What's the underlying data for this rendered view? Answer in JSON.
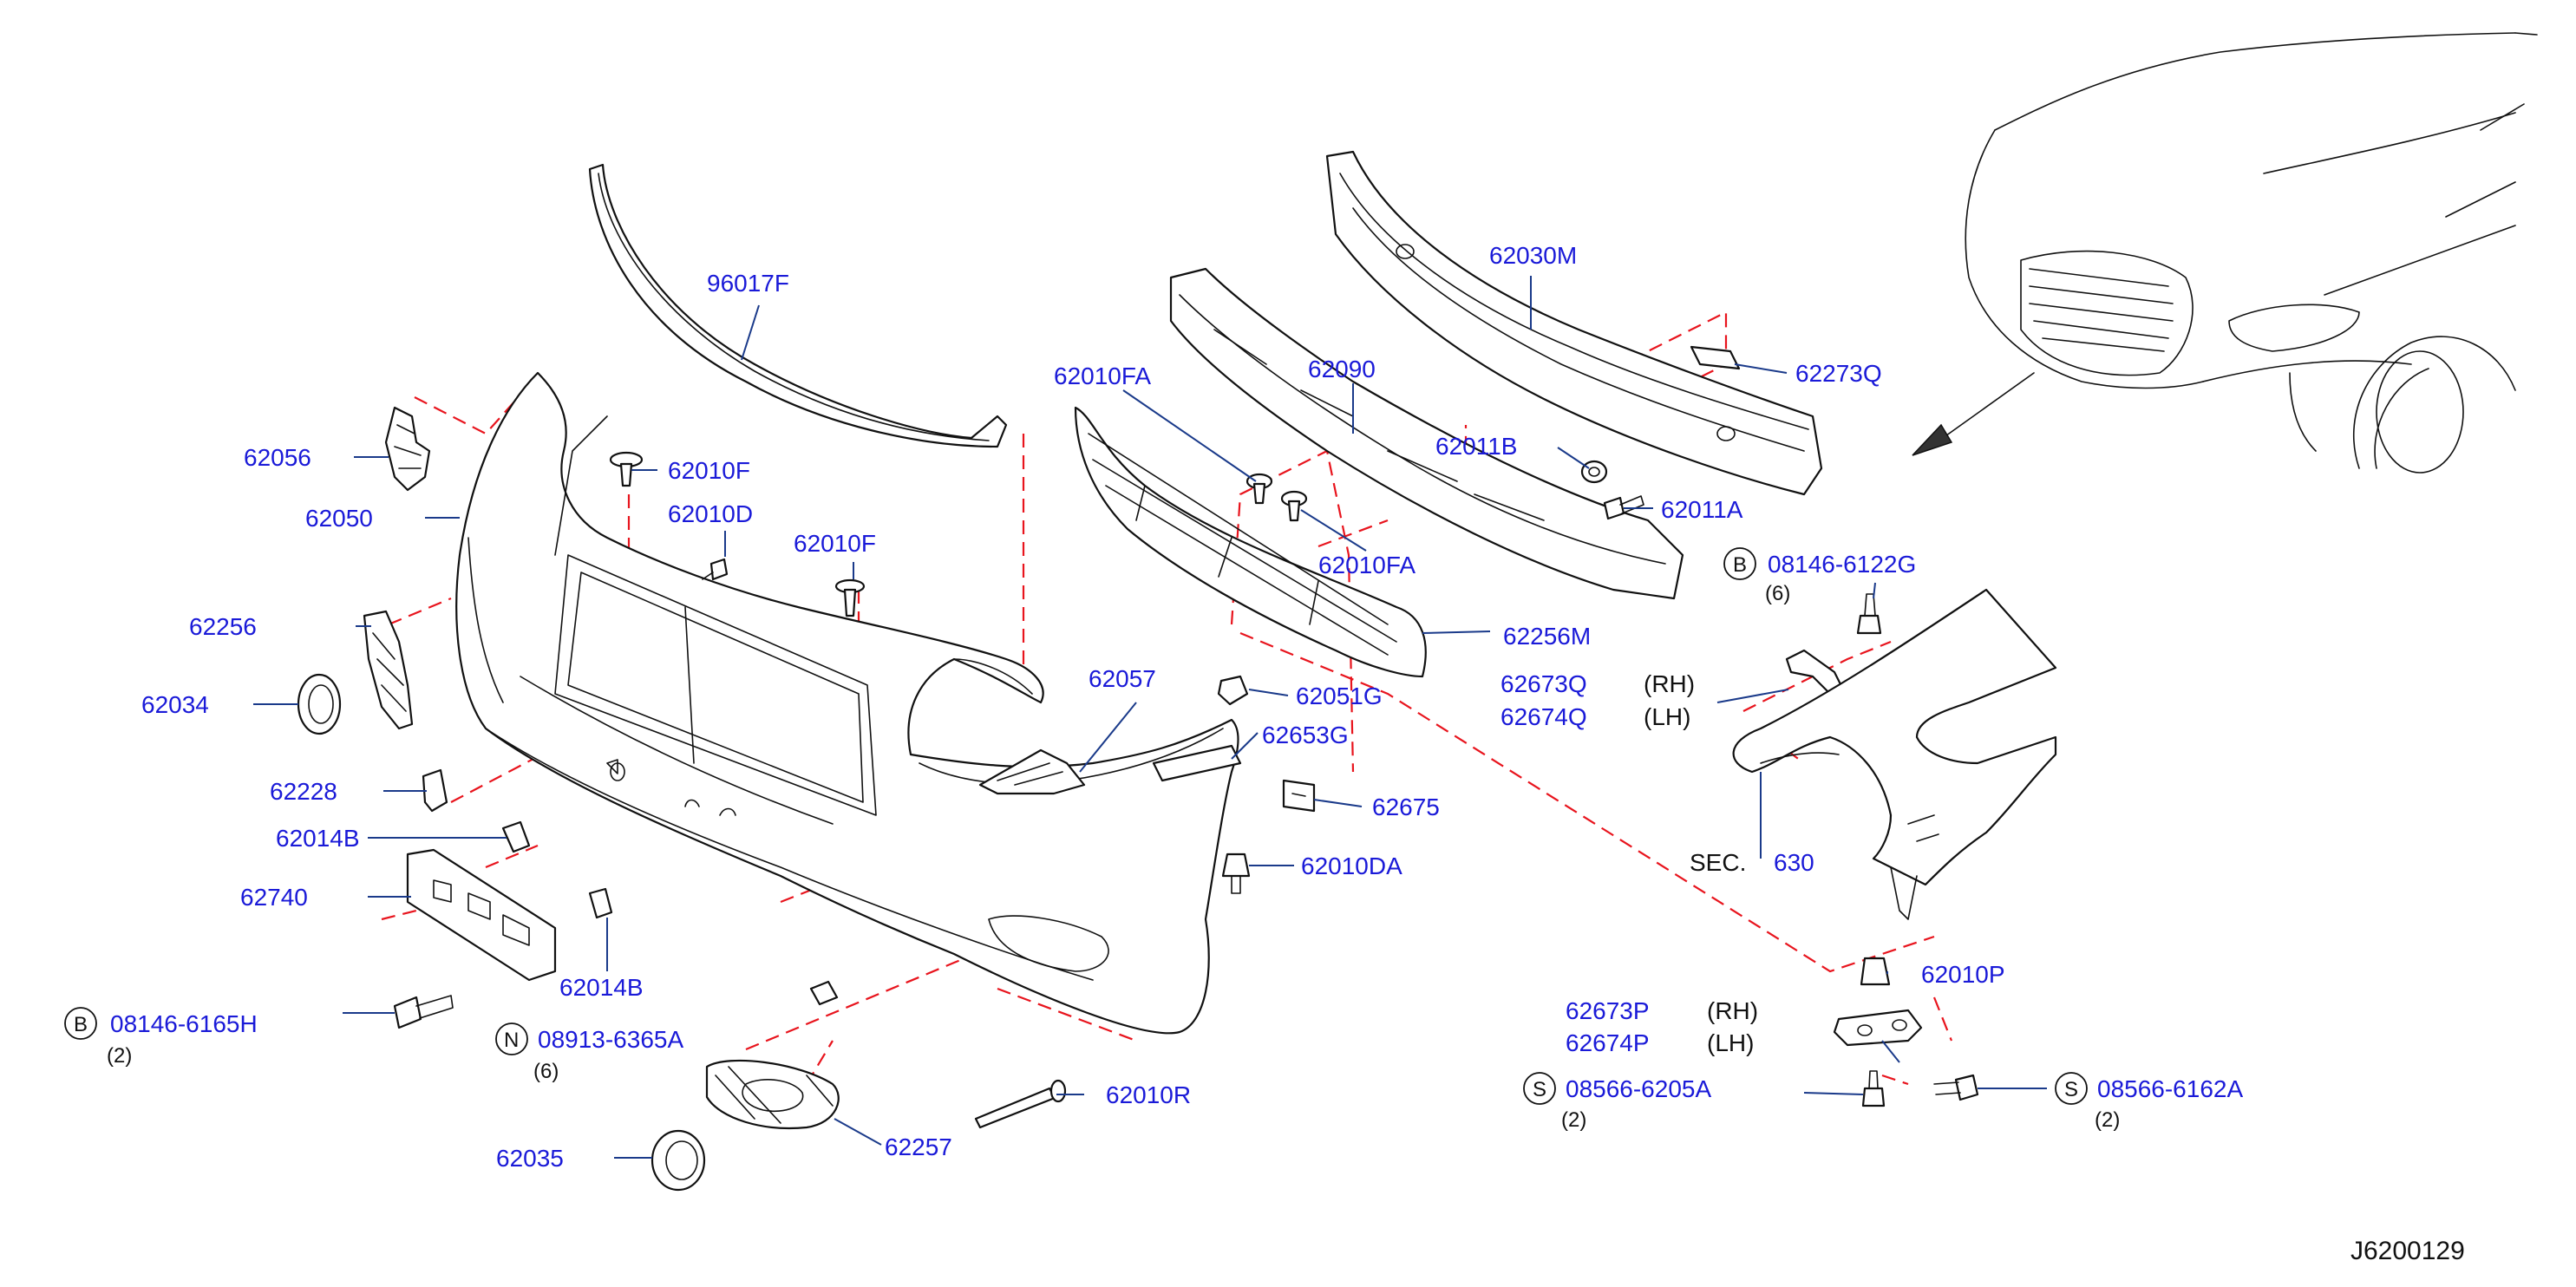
{
  "diagram": {
    "code": "J6200129",
    "labels": {
      "p96017F": "96017F",
      "p62056": "62056",
      "p62050": "62050",
      "p62010F_a": "62010F",
      "p62010D": "62010D",
      "p62010F_b": "62010F",
      "p62256": "62256",
      "p62034": "62034",
      "p62228": "62228",
      "p62014B_a": "62014B",
      "p62740": "62740",
      "p62014B_b": "62014B",
      "p08146_6165H": "08146-6165H",
      "p08146_6165H_qty": "(2)",
      "p08913_6365A": "08913-6365A",
      "p08913_6365A_qty": "(6)",
      "p62035": "62035",
      "p62257": "62257",
      "p62010R": "62010R",
      "p62057": "62057",
      "p62051G": "62051G",
      "p62653G": "62653G",
      "p62675": "62675",
      "p62010DA": "62010DA",
      "p62010FA_a": "62010FA",
      "p62010FA_b": "62010FA",
      "p62090": "62090",
      "p62256M": "62256M",
      "p62030M": "62030M",
      "p62273Q": "62273Q",
      "p62011B": "62011B",
      "p62011A": "62011A",
      "p08146_6122G": "08146-6122G",
      "p08146_6122G_qty": "(6)",
      "p62673Q": "62673Q",
      "p62673Q_side": "(RH)",
      "p62674Q": "62674Q",
      "p62674Q_side": "(LH)",
      "sec": "SEC.",
      "sec_num": "630",
      "p62010P": "62010P",
      "p62673P": "62673P",
      "p62673P_side": "(RH)",
      "p62674P": "62674P",
      "p62674P_side": "(LH)",
      "p08566_6205A": "08566-6205A",
      "p08566_6205A_qty": "(2)",
      "p08566_6162A": "08566-6162A",
      "p08566_6162A_qty": "(2)"
    },
    "prefix": {
      "B1": "B",
      "N1": "N",
      "B2": "B",
      "S1": "S",
      "S2": "S"
    }
  }
}
